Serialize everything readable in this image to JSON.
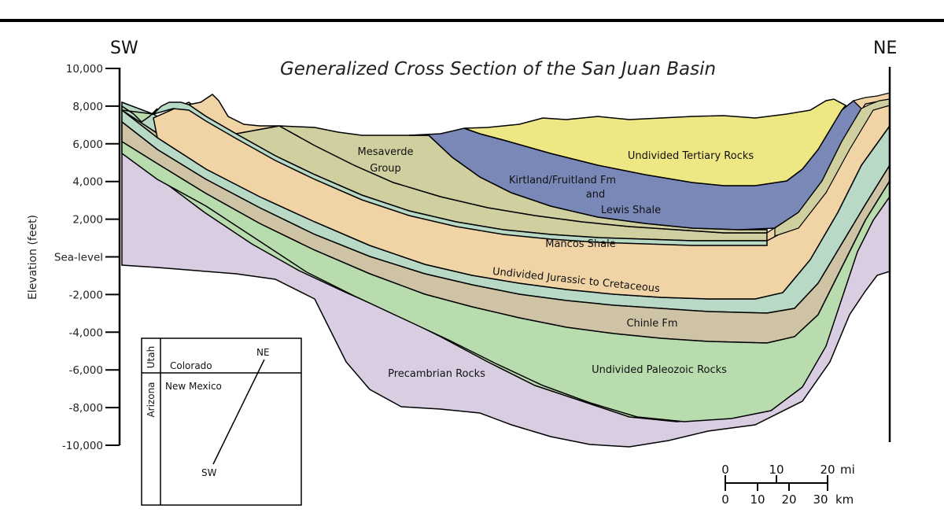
{
  "title": "Generalized Cross Section of the San Juan Basin",
  "directions": {
    "left": "SW",
    "right": "NE"
  },
  "y_axis": {
    "label": "Elevation (feet)",
    "ticks": [
      "10,000",
      "8,000",
      "6,000",
      "4,000",
      "2,000",
      "Sea-level",
      "-2,000",
      "-4,000",
      "-6,000",
      "-8,000",
      "-10,000"
    ]
  },
  "units": [
    {
      "id": "tertiary",
      "label": "Undivided Tertiary Rocks",
      "color": "#ede784"
    },
    {
      "id": "kirtland",
      "label_lines": [
        "Kirtland/Fruitland Fm",
        "and",
        "Lewis Shale"
      ],
      "color": "#7a88b8"
    },
    {
      "id": "mesaverde",
      "label_lines": [
        "Mesaverde",
        "Group"
      ],
      "color": "#cfcfa0"
    },
    {
      "id": "mancos",
      "label": "Mancos Shale",
      "color": "#f0d4a6"
    },
    {
      "id": "jurassic",
      "label": "Undivided Jurassic to Cretaceous",
      "color": "#b8d9c6"
    },
    {
      "id": "chinle",
      "label": "Chinle Fm",
      "color": "#cec4a5"
    },
    {
      "id": "paleozoic",
      "label": "Undivided Paleozoic Rocks",
      "color": "#b9dcae"
    },
    {
      "id": "precambrian",
      "label": "Precambrian Rocks",
      "color": "#d9cde2"
    }
  ],
  "inset_map": {
    "states": [
      "Utah",
      "Colorado",
      "Arizona",
      "New Mexico"
    ],
    "endpoints": [
      "NE",
      "SW"
    ]
  },
  "scale_bar": {
    "mi_ticks": [
      "0",
      "10",
      "20"
    ],
    "mi_unit": "mi",
    "km_ticks": [
      "0",
      "10",
      "20",
      "30"
    ],
    "km_unit": "km"
  }
}
